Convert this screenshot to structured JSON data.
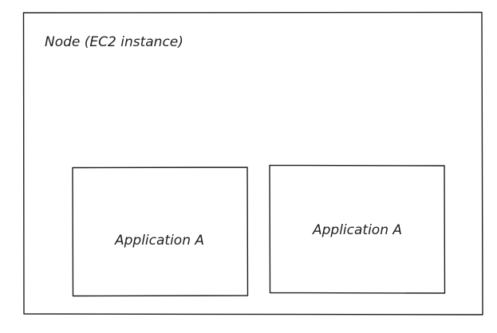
{
  "node": {
    "label": "Node (EC2 instance)"
  },
  "applications": [
    {
      "label": "Application A"
    },
    {
      "label": "Application A"
    }
  ]
}
